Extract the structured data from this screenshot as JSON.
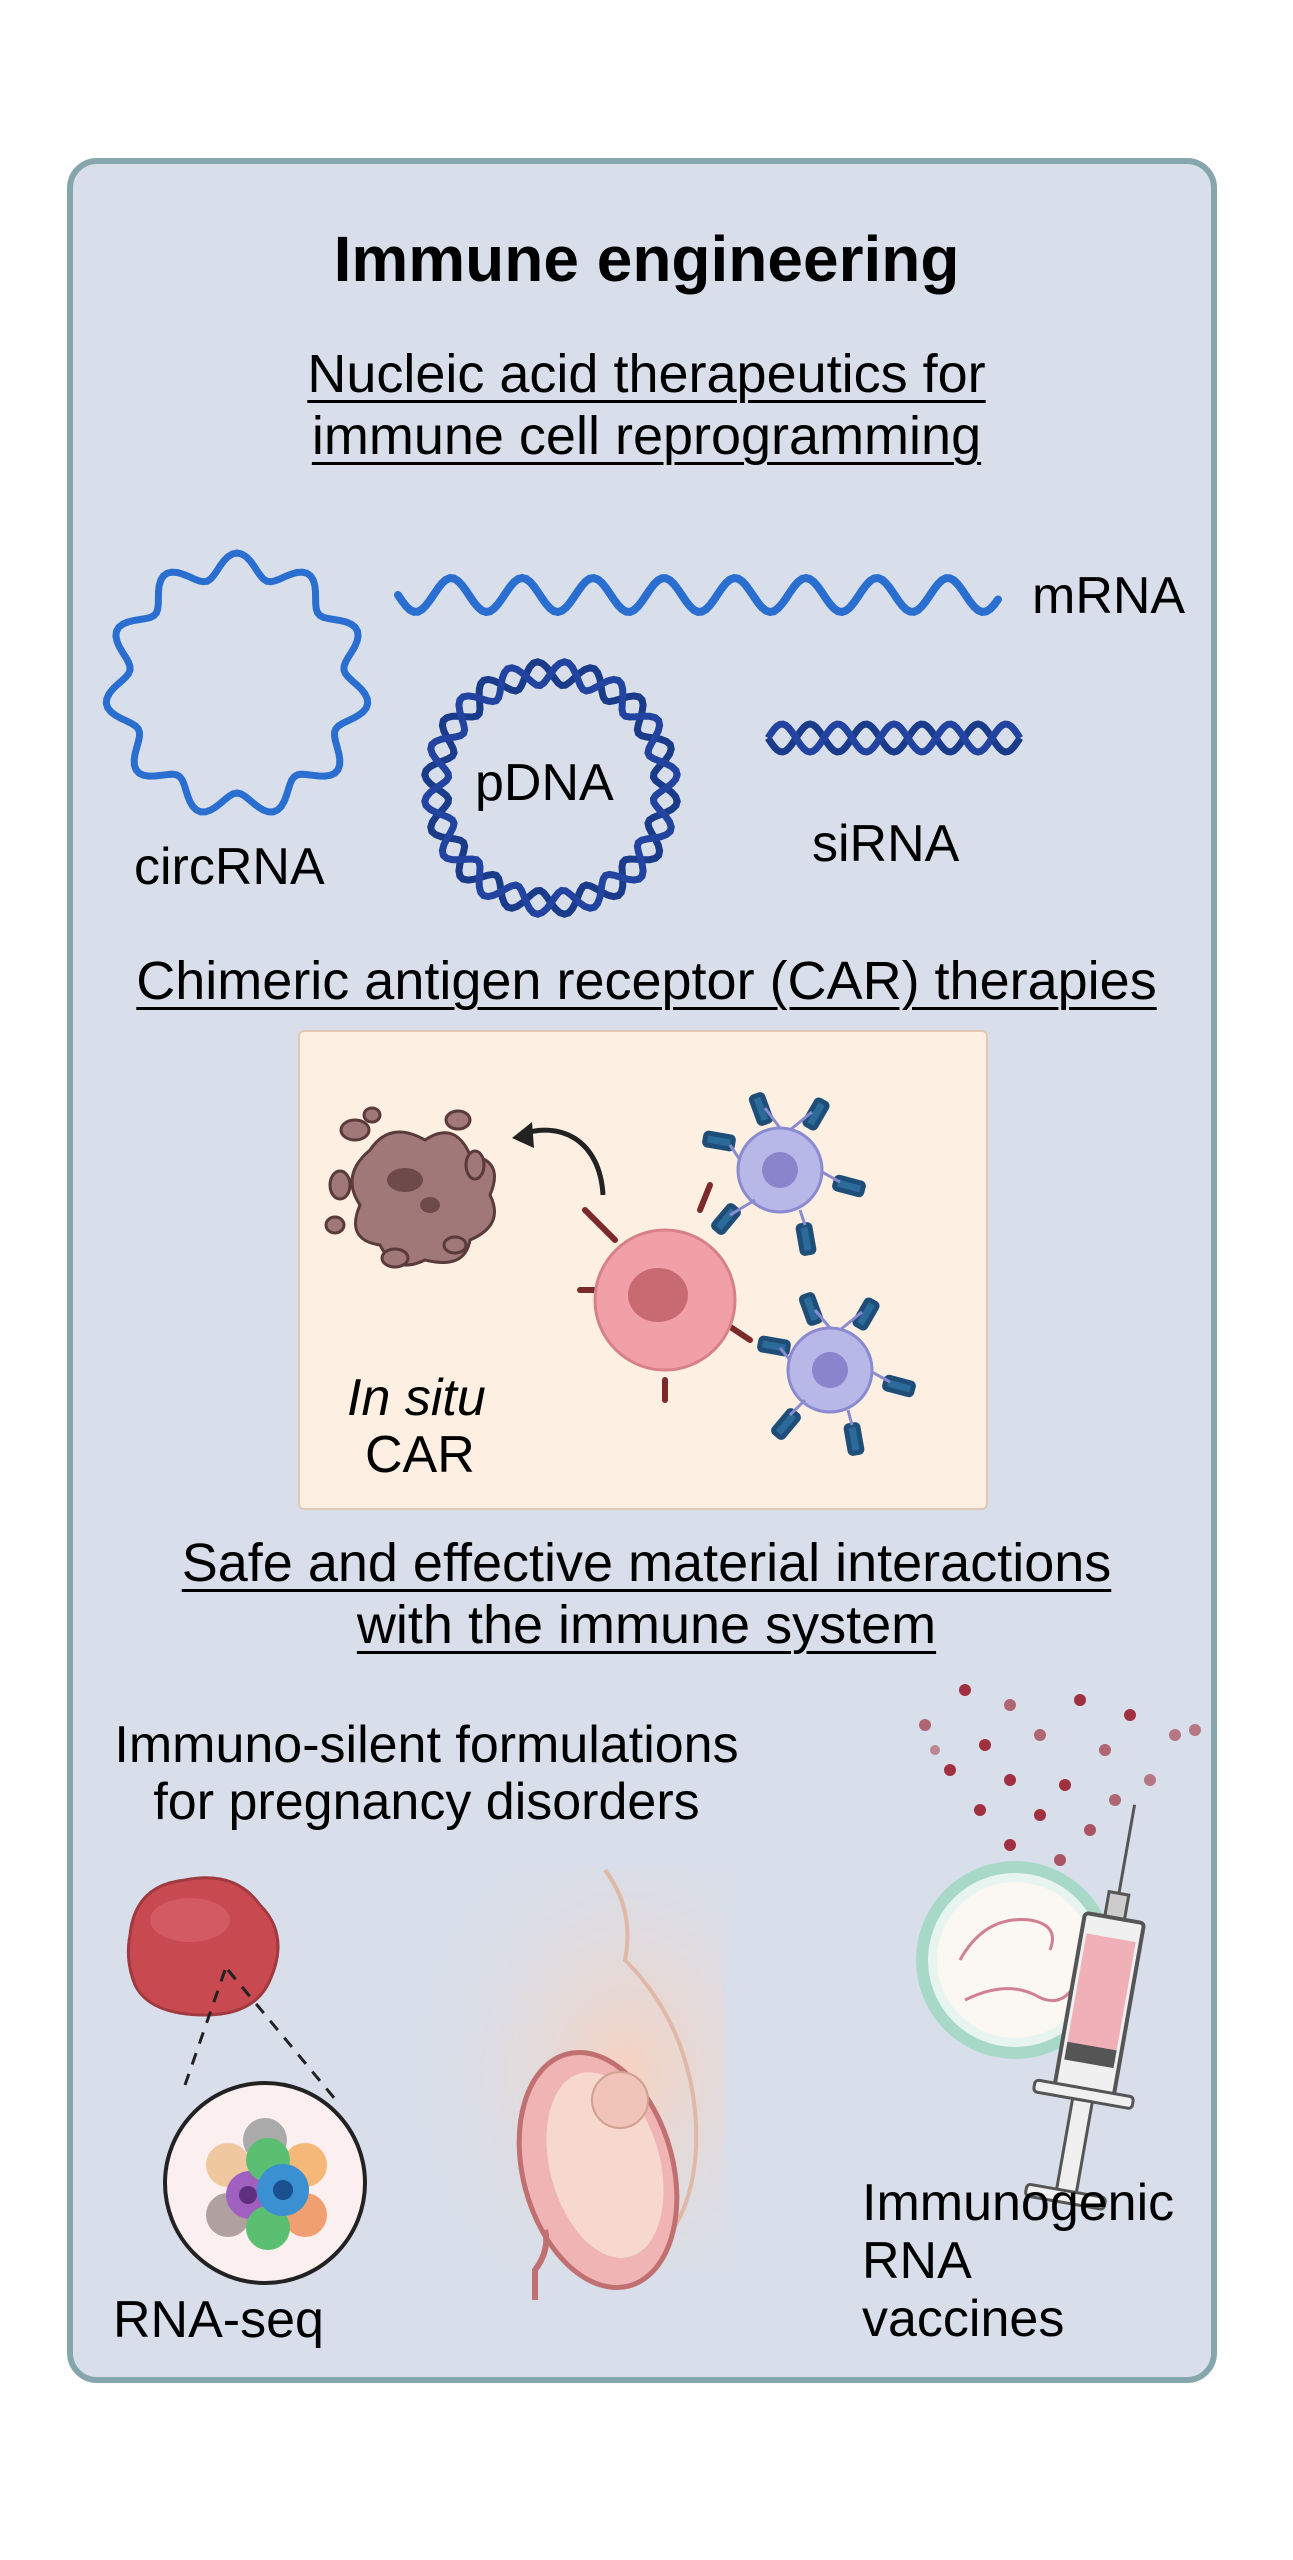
{
  "title": "Immune engineering",
  "section1": {
    "heading_line1": "Nucleic acid therapeutics for",
    "heading_line2": "immune cell reprogramming",
    "labels": {
      "mrna": "mRNA",
      "circrna": "circRNA",
      "pdna": "pDNA",
      "sirna": "siRNA"
    }
  },
  "section2": {
    "heading": "Chimeric antigen receptor (CAR) therapies",
    "label_italic": "In situ",
    "label_plain": "CAR"
  },
  "section3": {
    "heading_line1": "Safe and effective material interactions",
    "heading_line2": "with the immune system",
    "formulations_line1": "Immuno-silent formulations",
    "formulations_line2": "for pregnancy disorders",
    "rnaseq": "RNA-seq",
    "vaccines_line1": "Immunogenic",
    "vaccines_line2": "RNA",
    "vaccines_line3": "vaccines"
  },
  "colors": {
    "panel_bg": "#d8dfea",
    "panel_border": "#86a6ad",
    "rna_blue": "#2a6fd0",
    "dna_navy": "#1a3a8a",
    "car_box_bg": "#fdf0e2",
    "tumor": "#a07878",
    "tcell": "#f0a0a8",
    "immune_cell": "#b8b8e8",
    "antibody": "#2c6a9a",
    "droplets": "#a03040"
  }
}
